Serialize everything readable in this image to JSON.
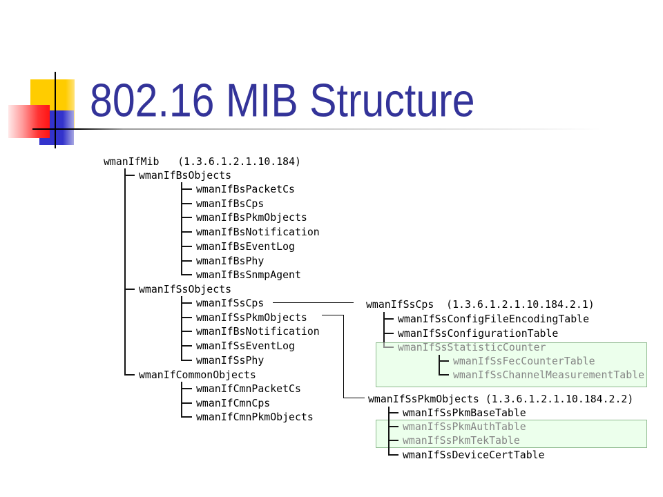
{
  "slide": {
    "title": "802.16 MIB Structure"
  },
  "tree": {
    "root": "wmanIfMib   (1.3.6.1.2.1.10.184)",
    "bs_objects": {
      "label": "wmanIfBsObjects",
      "children": [
        "wmanIfBsPacketCs",
        "wmanIfBsCps",
        "wmanIfBsPkmObjects",
        "wmanIfBsNotification",
        "wmanIfBsEventLog",
        "wmanIfBsPhy",
        "wmanIfBsSnmpAgent"
      ]
    },
    "ss_objects": {
      "label": "wmanIfSsObjects",
      "children": [
        "wmanIfSsCps",
        "wmanIfSsPkmObjects",
        "wmanIfBsNotification",
        "wmanIfSsEventLog",
        "wmanIfSsPhy"
      ]
    },
    "common_objects": {
      "label": "wmanIfCommonObjects",
      "children": [
        "wmanIfCmnPacketCs",
        "wmanIfCmnCps",
        "wmanIfCmnPkmObjects"
      ]
    }
  },
  "ss_cps_detail": {
    "label": "wmanIfSsCps  (1.3.6.1.2.1.10.184.2.1)",
    "children": [
      {
        "label": "wmanIfSsConfigFileEncodingTable",
        "highlighted": false
      },
      {
        "label": "wmanIfSsConfigurationTable",
        "highlighted": false
      },
      {
        "label": "wmanIfSsStatisticCounter",
        "highlighted": true,
        "children": [
          {
            "label": "wmanIfSsFecCounterTable",
            "highlighted": true
          },
          {
            "label": "wmanIfSsChannelMeasurementTable",
            "highlighted": true
          }
        ]
      }
    ]
  },
  "ss_pkm_detail": {
    "label": "wmanIfSsPkmObjects (1.3.6.1.2.1.10.184.2.2)",
    "children": [
      {
        "label": "wmanIfSsPkmBaseTable",
        "highlighted": false
      },
      {
        "label": "wmanIfSsPkmAuthTable",
        "highlighted": true
      },
      {
        "label": "wmanIfSsPkmTekTable",
        "highlighted": true
      },
      {
        "label": "wmanIfSsDeviceCertTable",
        "highlighted": false
      }
    ]
  },
  "colors": {
    "title": "#333399",
    "highlight_fill": "#ECFFEC",
    "highlight_border": "#8DB88D",
    "highlight_text": "#858585",
    "accent_yellow": "#FFCC00",
    "accent_red": "#FF3333",
    "accent_blue": "#3333CC"
  }
}
